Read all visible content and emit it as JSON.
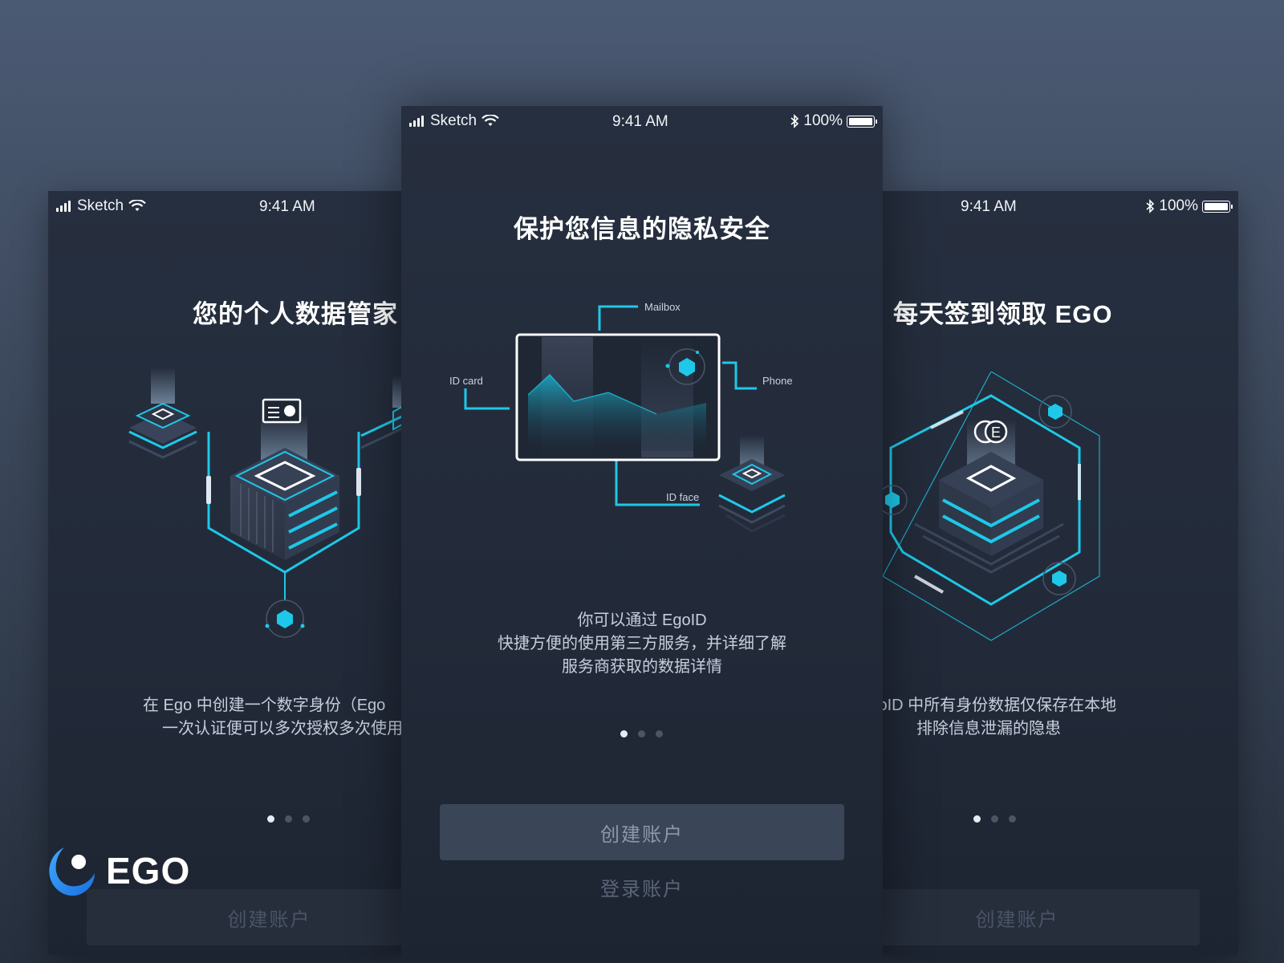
{
  "status_bar": {
    "carrier": "Sketch",
    "time": "9:41 AM",
    "battery": "100%"
  },
  "screens": {
    "left": {
      "title": "您的个人数据管家",
      "description_line1": "在 Ego 中创建一个数字身份（Ego",
      "description_line2": "一次认证便可以多次授权多次使用",
      "primary_button": "创建账户"
    },
    "center": {
      "title": "保护您信息的隐私安全",
      "diagram_labels": {
        "mailbox": "Mailbox",
        "id_card": "ID card",
        "phone": "Phone",
        "id_face": "ID face"
      },
      "description_line1": "你可以通过 EgoID",
      "description_line2": "快捷方便的使用第三方服务，并详细了解",
      "description_line3": "服务商获取的数据详情",
      "primary_button": "创建账户",
      "secondary_link": "登录账户"
    },
    "right": {
      "title": "每天签到领取 EGO",
      "description_line1": "EgoID 中所有身份数据仅保存在本地",
      "description_line2": "排除信息泄漏的隐患",
      "primary_button": "创建账户"
    }
  },
  "brand": {
    "name": "EGO"
  },
  "colors": {
    "accent": "#1ec8e8",
    "background": "#232b3a"
  }
}
